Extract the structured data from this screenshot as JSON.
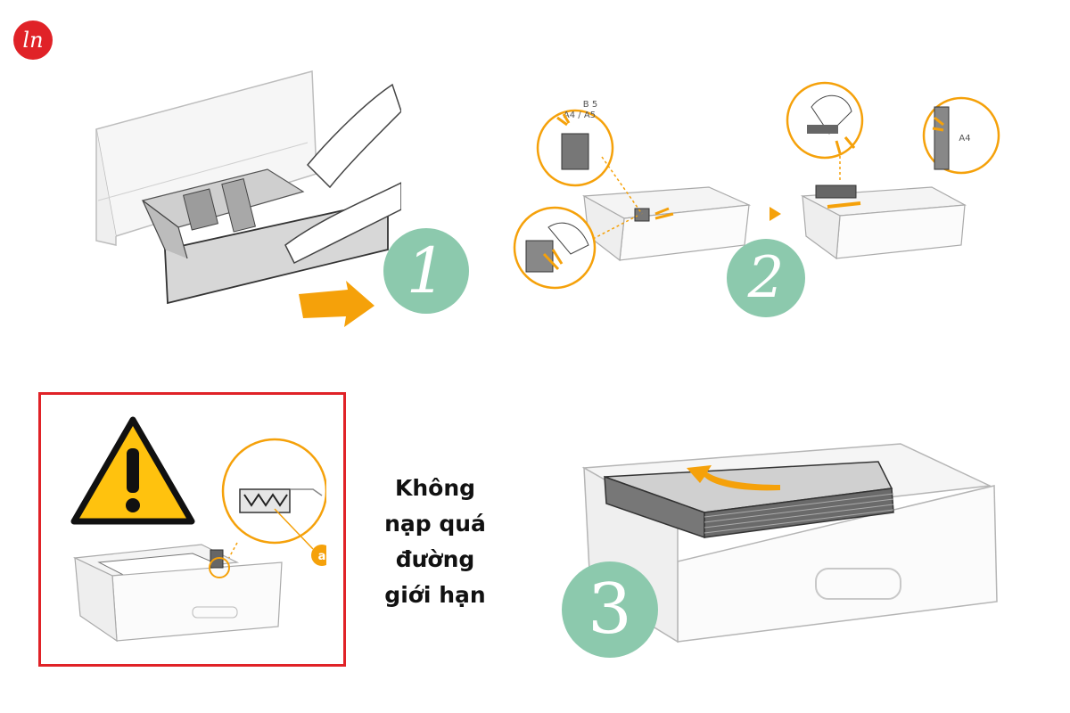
{
  "logo": {
    "icon": "brand-logo-icon",
    "color": "#e02227",
    "text": "ln"
  },
  "steps": [
    {
      "number": "1",
      "description_icon": "pull-out-tray-icon"
    },
    {
      "number": "2",
      "description_icon": "adjust-guides-icon",
      "labels": [
        "A4 / A5",
        "A4",
        "B 5"
      ]
    },
    {
      "number": "3",
      "description_icon": "load-paper-icon"
    }
  ],
  "warning": {
    "icon": "warning-triangle-icon",
    "marker_label": "a",
    "caption_lines": [
      "Không",
      "nạp quá",
      "đường",
      "giới hạn"
    ]
  },
  "colors": {
    "accent": "#f5a10a",
    "step_circle": "#8cc9ad",
    "warning_border": "#e02227",
    "warning_fill": "#ffc20e"
  }
}
